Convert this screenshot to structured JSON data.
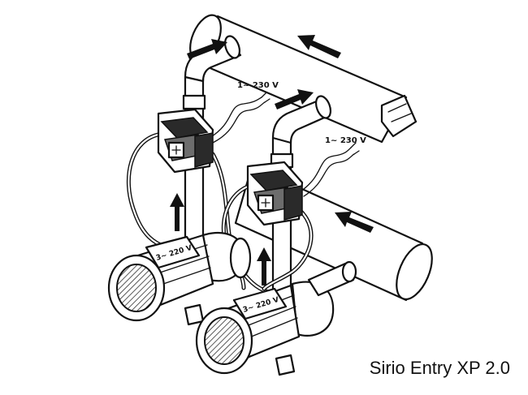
{
  "caption": "Sirio Entry XP 2.0",
  "labels": {
    "supply_upper": "1~ 230 V",
    "supply_lower": "1~ 230 V",
    "motor_left": "3~ 220 V",
    "motor_right": "3~ 220 V"
  }
}
